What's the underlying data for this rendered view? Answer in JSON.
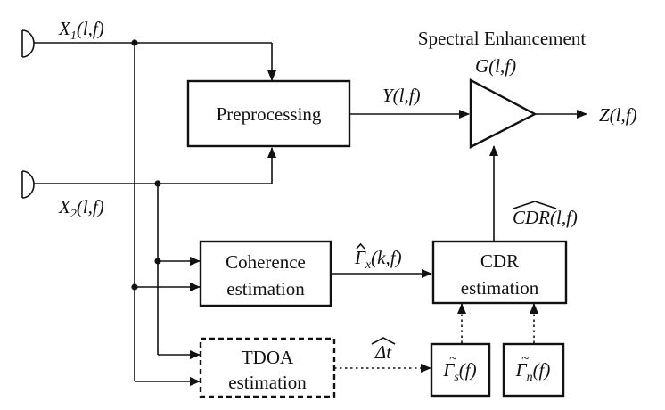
{
  "title": "Spectral Enhancement",
  "signals": {
    "x1": {
      "main": "X",
      "sub": "1",
      "args": "(l,f)"
    },
    "x2": {
      "main": "X",
      "sub": "2",
      "args": "(l,f)"
    },
    "y": "Y(l,f)",
    "gain": "G(l,f)",
    "z": "Z(l,f)",
    "cdr_hat": {
      "main": "CDR",
      "args": "(l,f)"
    },
    "gamma_x": {
      "main": "Γ",
      "sub": "x",
      "args": "(k,f)"
    },
    "delta_t": "Δt",
    "gamma_s": {
      "main": "Γ",
      "sub": "s",
      "args": "(f)"
    },
    "gamma_n": {
      "main": "Γ",
      "sub": "n",
      "args": "(f)"
    }
  },
  "blocks": {
    "preprocessing": [
      "Preprocessing"
    ],
    "coherence": [
      "Coherence",
      "estimation"
    ],
    "cdr": [
      "CDR",
      "estimation"
    ],
    "tdoa": [
      "TDOA",
      "estimation"
    ]
  }
}
